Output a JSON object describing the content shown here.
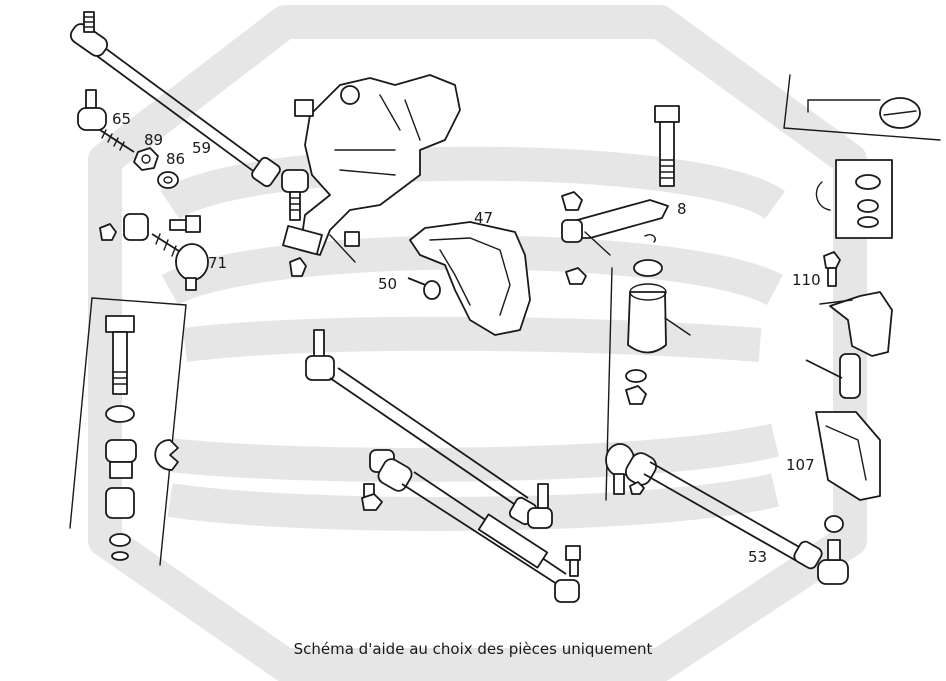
{
  "caption": "Schéma d'aide au choix des pièces uniquement",
  "part_numbers": [
    "65",
    "89",
    "86",
    "59",
    "71",
    "47",
    "50",
    "8",
    "110",
    "107",
    "53"
  ],
  "colors": {
    "line": "#1a1a1a",
    "watermark": "#e6e6e6",
    "background": "#ffffff"
  }
}
